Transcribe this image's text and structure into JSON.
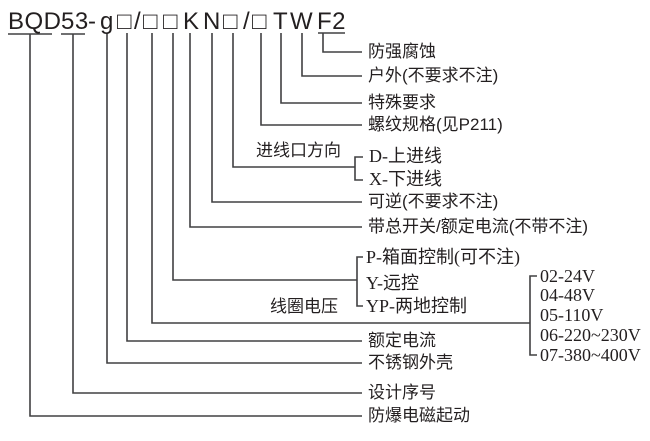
{
  "code": {
    "series": "BQD",
    "design_no": "53",
    "dash": "-",
    "shell": "g",
    "current_box": "□",
    "slash1": "/",
    "voltage_box": "□",
    "control_box": "□",
    "switch": "K",
    "reversible": "N",
    "inlet_box": "□",
    "slash2": "/",
    "thread_box": "□",
    "special": "T",
    "outdoor": "W",
    "corrosion": "F2"
  },
  "labels": {
    "corrosion": "防强腐蚀",
    "outdoor": "户外(不要求不注)",
    "special": "特殊要求",
    "thread": "螺纹规格(见P211)",
    "inlet_direction": "进线口方向",
    "inlet_top": "D-上进线",
    "inlet_bottom": "X-下进线",
    "reversible": "可逆(不要求不注)",
    "master_switch": "带总开关/额定电流(不带不注)",
    "ctrl_panel": "P-箱面控制(可不注)",
    "ctrl_remote": "Y-远控",
    "ctrl_dual": "YP-两地控制",
    "coil_voltage": "线圈电压",
    "voltages": [
      "02-24V",
      "04-48V",
      "05-110V",
      "06-220~230V",
      "07-380~400V"
    ],
    "rated_current": "额定电流",
    "stainless_shell": "不锈钢外壳",
    "design_serial": "设计序号",
    "explosion_proof": "防爆电磁起动"
  },
  "colors": {
    "background": "#ffffff",
    "text": "#231f20",
    "line": "#414042"
  }
}
